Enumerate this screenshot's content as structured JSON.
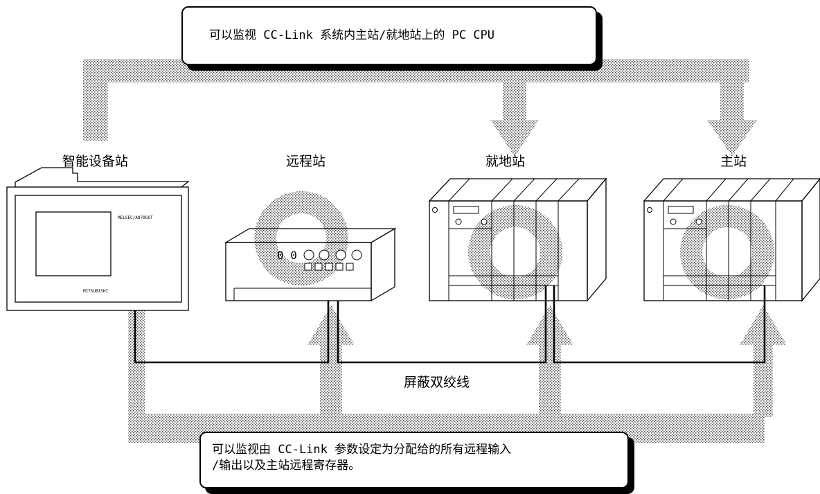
{
  "top_note": "可以监视 CC-Link 系统内主站/就地站上的 PC CPU",
  "bottom_note": {
    "line1": "可以监视由 CC-Link 参数设定为分配给的所有远程输入",
    "line2": "/输出以及主站远程寄存器。"
  },
  "stations": {
    "intelligent": "智能设备站",
    "remote": "远程站",
    "local": "就地站",
    "master": "主站"
  },
  "cable_label": "屏蔽双绞线",
  "got_panel": {
    "model_text": "MELSEC/A870GOT",
    "brand_text": "MITSUBISHI"
  }
}
